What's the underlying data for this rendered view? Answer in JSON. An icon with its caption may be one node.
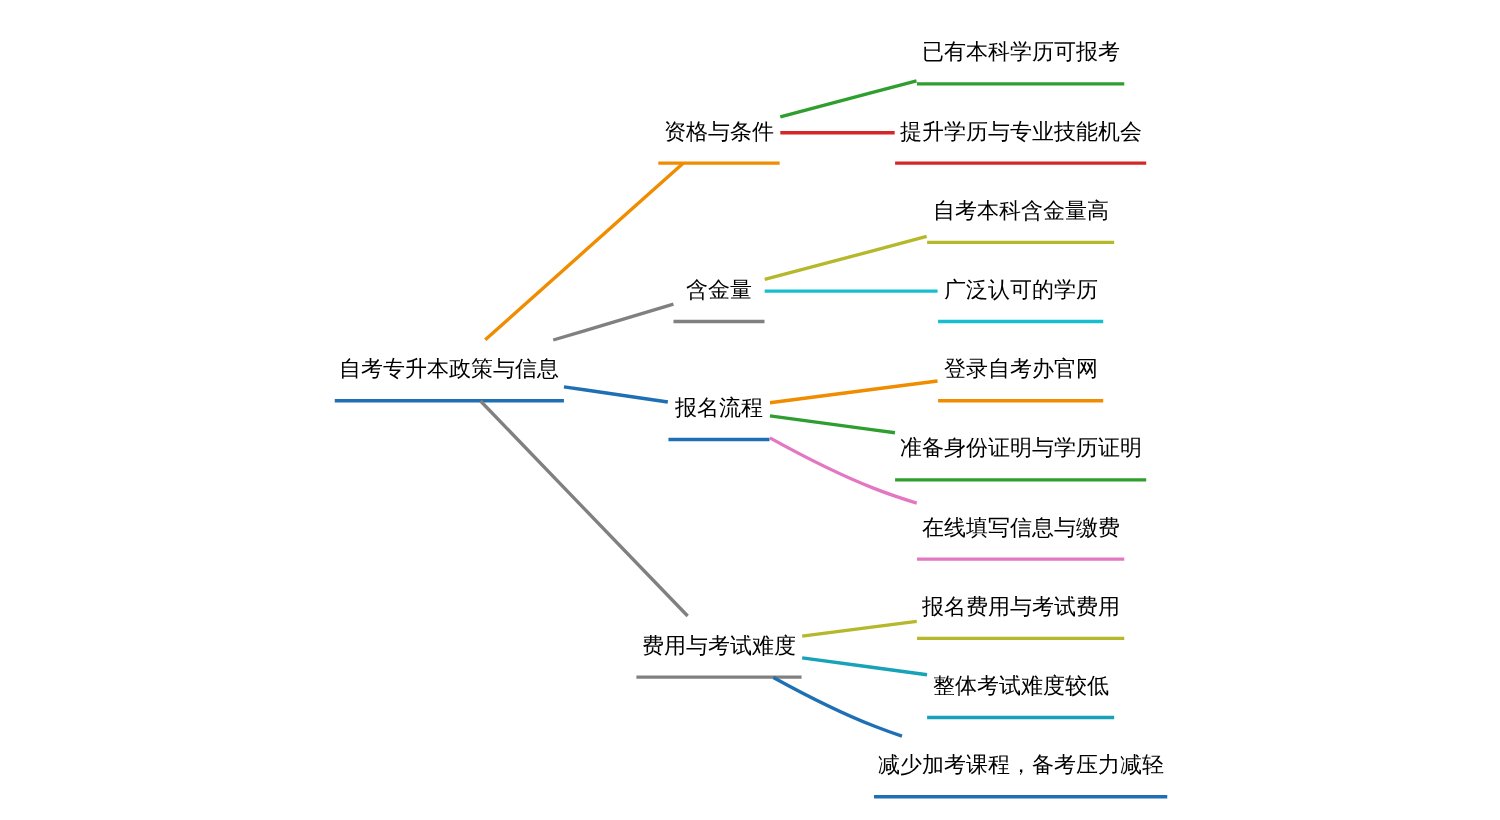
{
  "diagram": {
    "nodes": [
      {
        "text": [
          "自考专升本政策与信息"
        ]
      },
      {
        "text": [
          "资格与条件"
        ]
      },
      {
        "text": [
          "已有本科学历可报考"
        ]
      },
      {
        "text": [
          "提升学历与专业技能机会"
        ]
      },
      {
        "text": [
          "含金量"
        ]
      },
      {
        "text": [
          "自考本科含金量高"
        ]
      },
      {
        "text": [
          "广泛认可的学历"
        ]
      },
      {
        "text": [
          "报名流程"
        ]
      },
      {
        "text": [
          "登录自考办官网"
        ]
      },
      {
        "text": [
          "准备身份证明与学历证明"
        ]
      },
      {
        "text": [
          "在线填写信息与缴费"
        ]
      },
      {
        "text": [
          "费用与考试难度"
        ]
      },
      {
        "text": [
          "报名费用与考试费用"
        ]
      },
      {
        "text": [
          "整体考试难度较低"
        ]
      },
      {
        "text": [
          "减少加考课程，备考压力减轻"
        ]
      }
    ],
    "edges": [
      {
        "from": 0,
        "to": 1,
        "arrow": "none",
        "color": "#f08c00"
      },
      {
        "from": 1,
        "to": 2,
        "arrow": "none",
        "color": "#2e9e2e"
      },
      {
        "from": 1,
        "to": 3,
        "arrow": "none",
        "color": "#d62728"
      },
      {
        "from": 0,
        "to": 4,
        "arrow": "none",
        "color": "#808080"
      },
      {
        "from": 4,
        "to": 5,
        "arrow": "none",
        "color": "#b5b82a"
      },
      {
        "from": 4,
        "to": 6,
        "arrow": "none",
        "color": "#17becf"
      },
      {
        "from": 0,
        "to": 7,
        "arrow": "none",
        "color": "#1f6fb4"
      },
      {
        "from": 7,
        "to": 8,
        "arrow": "none",
        "color": "#f08c00"
      },
      {
        "from": 7,
        "to": 9,
        "arrow": "none",
        "color": "#2e9e2e"
      },
      {
        "from": 7,
        "to": 10,
        "arrow": "none",
        "color": "#e377c2"
      },
      {
        "from": 0,
        "to": 11,
        "arrow": "none",
        "color": "#808080"
      },
      {
        "from": 11,
        "to": 12,
        "arrow": "none",
        "color": "#b5b82a"
      },
      {
        "from": 11,
        "to": 13,
        "arrow": "none",
        "color": "#17a2b8"
      },
      {
        "from": 11,
        "to": 14,
        "arrow": "none",
        "color": "#1f6fb4"
      }
    ]
  }
}
